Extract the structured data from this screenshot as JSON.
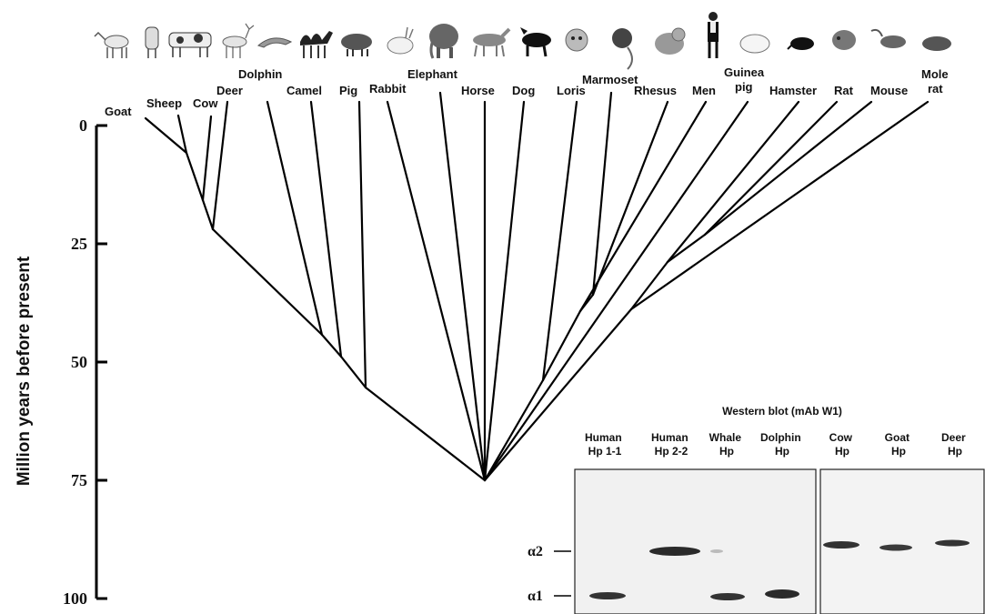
{
  "axis": {
    "title": "Million years before present",
    "ticks": [
      "0",
      "25",
      "50",
      "75",
      "100"
    ]
  },
  "taxa": [
    {
      "id": "goat",
      "label": "Goat",
      "icon": "goat-icon"
    },
    {
      "id": "sheep",
      "label": "Sheep",
      "icon": "sheep-icon"
    },
    {
      "id": "cow",
      "label": "Cow",
      "icon": "cow-icon"
    },
    {
      "id": "deer",
      "label": "Deer",
      "icon": "deer-icon"
    },
    {
      "id": "dolphin",
      "label": "Dolphin",
      "icon": "dolphin-icon"
    },
    {
      "id": "camel",
      "label": "Camel",
      "icon": "camel-icon"
    },
    {
      "id": "pig",
      "label": "Pig",
      "icon": "pig-icon"
    },
    {
      "id": "rabbit",
      "label": "Rabbit",
      "icon": "rabbit-icon"
    },
    {
      "id": "elephant",
      "label": "Elephant",
      "icon": "elephant-icon"
    },
    {
      "id": "horse",
      "label": "Horse",
      "icon": "horse-icon"
    },
    {
      "id": "dog",
      "label": "Dog",
      "icon": "dog-icon"
    },
    {
      "id": "loris",
      "label": "Loris",
      "icon": "loris-icon"
    },
    {
      "id": "marmoset",
      "label": "Marmoset",
      "icon": "marmoset-icon"
    },
    {
      "id": "rhesus",
      "label": "Rhesus",
      "icon": "rhesus-icon"
    },
    {
      "id": "men",
      "label": "Men",
      "icon": "man-icon"
    },
    {
      "id": "guinea-pig",
      "label": "Guinea pig",
      "icon": "guinea-pig-icon"
    },
    {
      "id": "hamster",
      "label": "Hamster",
      "icon": "hamster-icon"
    },
    {
      "id": "rat",
      "label": "Rat",
      "icon": "rat-icon"
    },
    {
      "id": "mouse",
      "label": "Mouse",
      "icon": "mouse-icon"
    },
    {
      "id": "mole-rat",
      "label": "Mole rat",
      "icon": "mole-rat-icon"
    }
  ],
  "blot": {
    "title": "Western blot (mAb W1)",
    "lanes": [
      "Human Hp 1-1",
      "Human Hp 2-2",
      "Whale Hp",
      "Dolphin Hp",
      "Cow Hp",
      "Goat Hp",
      "Deer Hp"
    ],
    "markers": [
      "α2",
      "α1"
    ]
  }
}
